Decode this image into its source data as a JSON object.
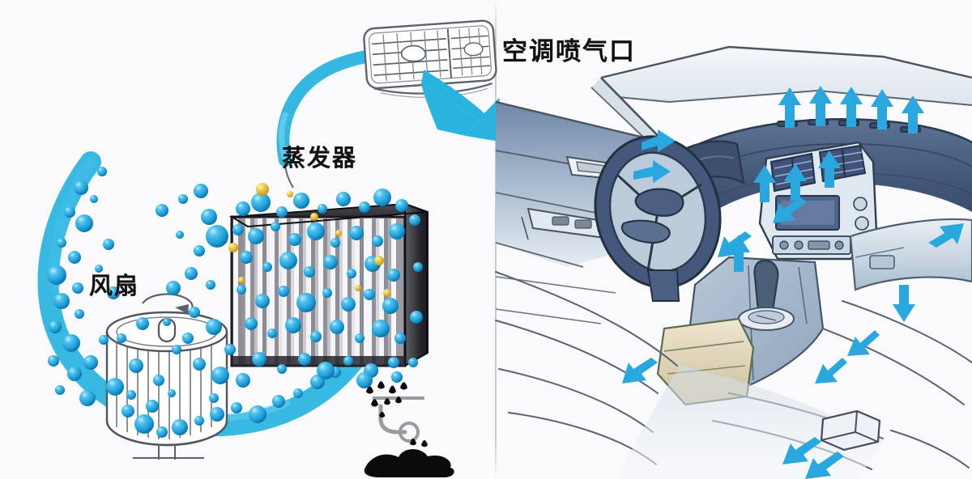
{
  "diagram": {
    "title_alt": "Automotive air conditioning airflow diagram",
    "background_color": "#faf9fb",
    "accent_blue": "#29b4e0",
    "sphere_blue": "#1e9fd8",
    "sphere_highlight": "#8fdcf6",
    "sphere_gold": "#e8c23a",
    "sketch_ink": "#3c4450",
    "sketch_wash": "#9fb2c6"
  },
  "labels": {
    "vent": "空调喷气口",
    "evaporator": "蒸发器",
    "fan": "风扇"
  },
  "components": {
    "vent_grille": "air-conditioning-vent-grille",
    "evaporator_core": "evaporator-fin-core",
    "blower_fan": "centrifugal-blower-fan",
    "drain_tube": "condensate-drain-tube",
    "water_puddle": "condensate-puddle",
    "car_interior": "car-interior-dashboard-sketch"
  },
  "flow": {
    "intake_arc": "air-intake-swoosh",
    "riser_arc": "cold-air-riser-arc",
    "vent_out_arrow": "vent-output-arrow",
    "fan_rotation": "fan-rotation-arrow",
    "cabin_arrow_count": 16
  },
  "particles": {
    "blue_count": 120,
    "gold_count": 9,
    "droplet_count": 12,
    "meaning": "moisture-and-dust-particles"
  },
  "car_scene": {
    "windshield": "windshield",
    "a_pillar": "a-pillar",
    "door_panel": "driver-door-panel",
    "door_handle": "interior-door-handle",
    "window_switch": "window-switch-panel",
    "steering_wheel": "steering-wheel",
    "instrument_cluster": "instrument-cluster",
    "center_vents": "center-dashboard-vents",
    "head_unit_screen": "head-unit-display",
    "climate_controls": "climate-control-panel",
    "gear_shifter": "gear-shifter",
    "center_console": "center-console",
    "glove_box": "glove-box",
    "defroster_vents": "defroster-vents",
    "rear_floor_vent": "rear-floor-vent",
    "floor_mat": "floor-mat"
  }
}
